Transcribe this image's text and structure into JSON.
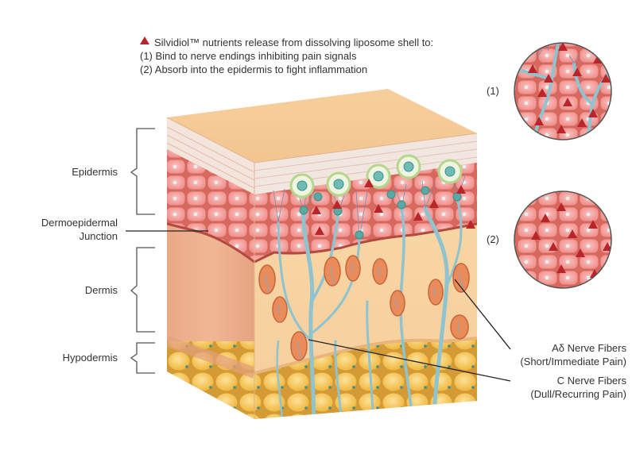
{
  "caption": {
    "line1": "Silvidiol™ nutrients release from dissolving liposome shell to:",
    "line2": "(1) Bind to nerve endings inhibiting pain signals",
    "line3": "(2) Absorb into the epidermis to fight inflammation"
  },
  "layers": {
    "epidermis": "Epidermis",
    "junction_line1": "Dermoepidermal",
    "junction_line2": "Junction",
    "dermis": "Dermis",
    "hypodermis": "Hypodermis"
  },
  "fibers": {
    "a_delta_line1": "Aδ Nerve Fibers",
    "a_delta_line2": "(Short/Immediate Pain)",
    "c_line1": "C Nerve Fibers",
    "c_line2": "(Dull/Recurring Pain)"
  },
  "insets": {
    "inset1_label": "(1)",
    "inset2_label": "(2)"
  },
  "colors": {
    "nutrient_triangle": "#b8262c",
    "nerve_fiber": "#8ec3cf",
    "epidermis_cell": "#f08e8e",
    "fat_cell": "#f3c24a",
    "dermis": "#f7d2a2"
  }
}
